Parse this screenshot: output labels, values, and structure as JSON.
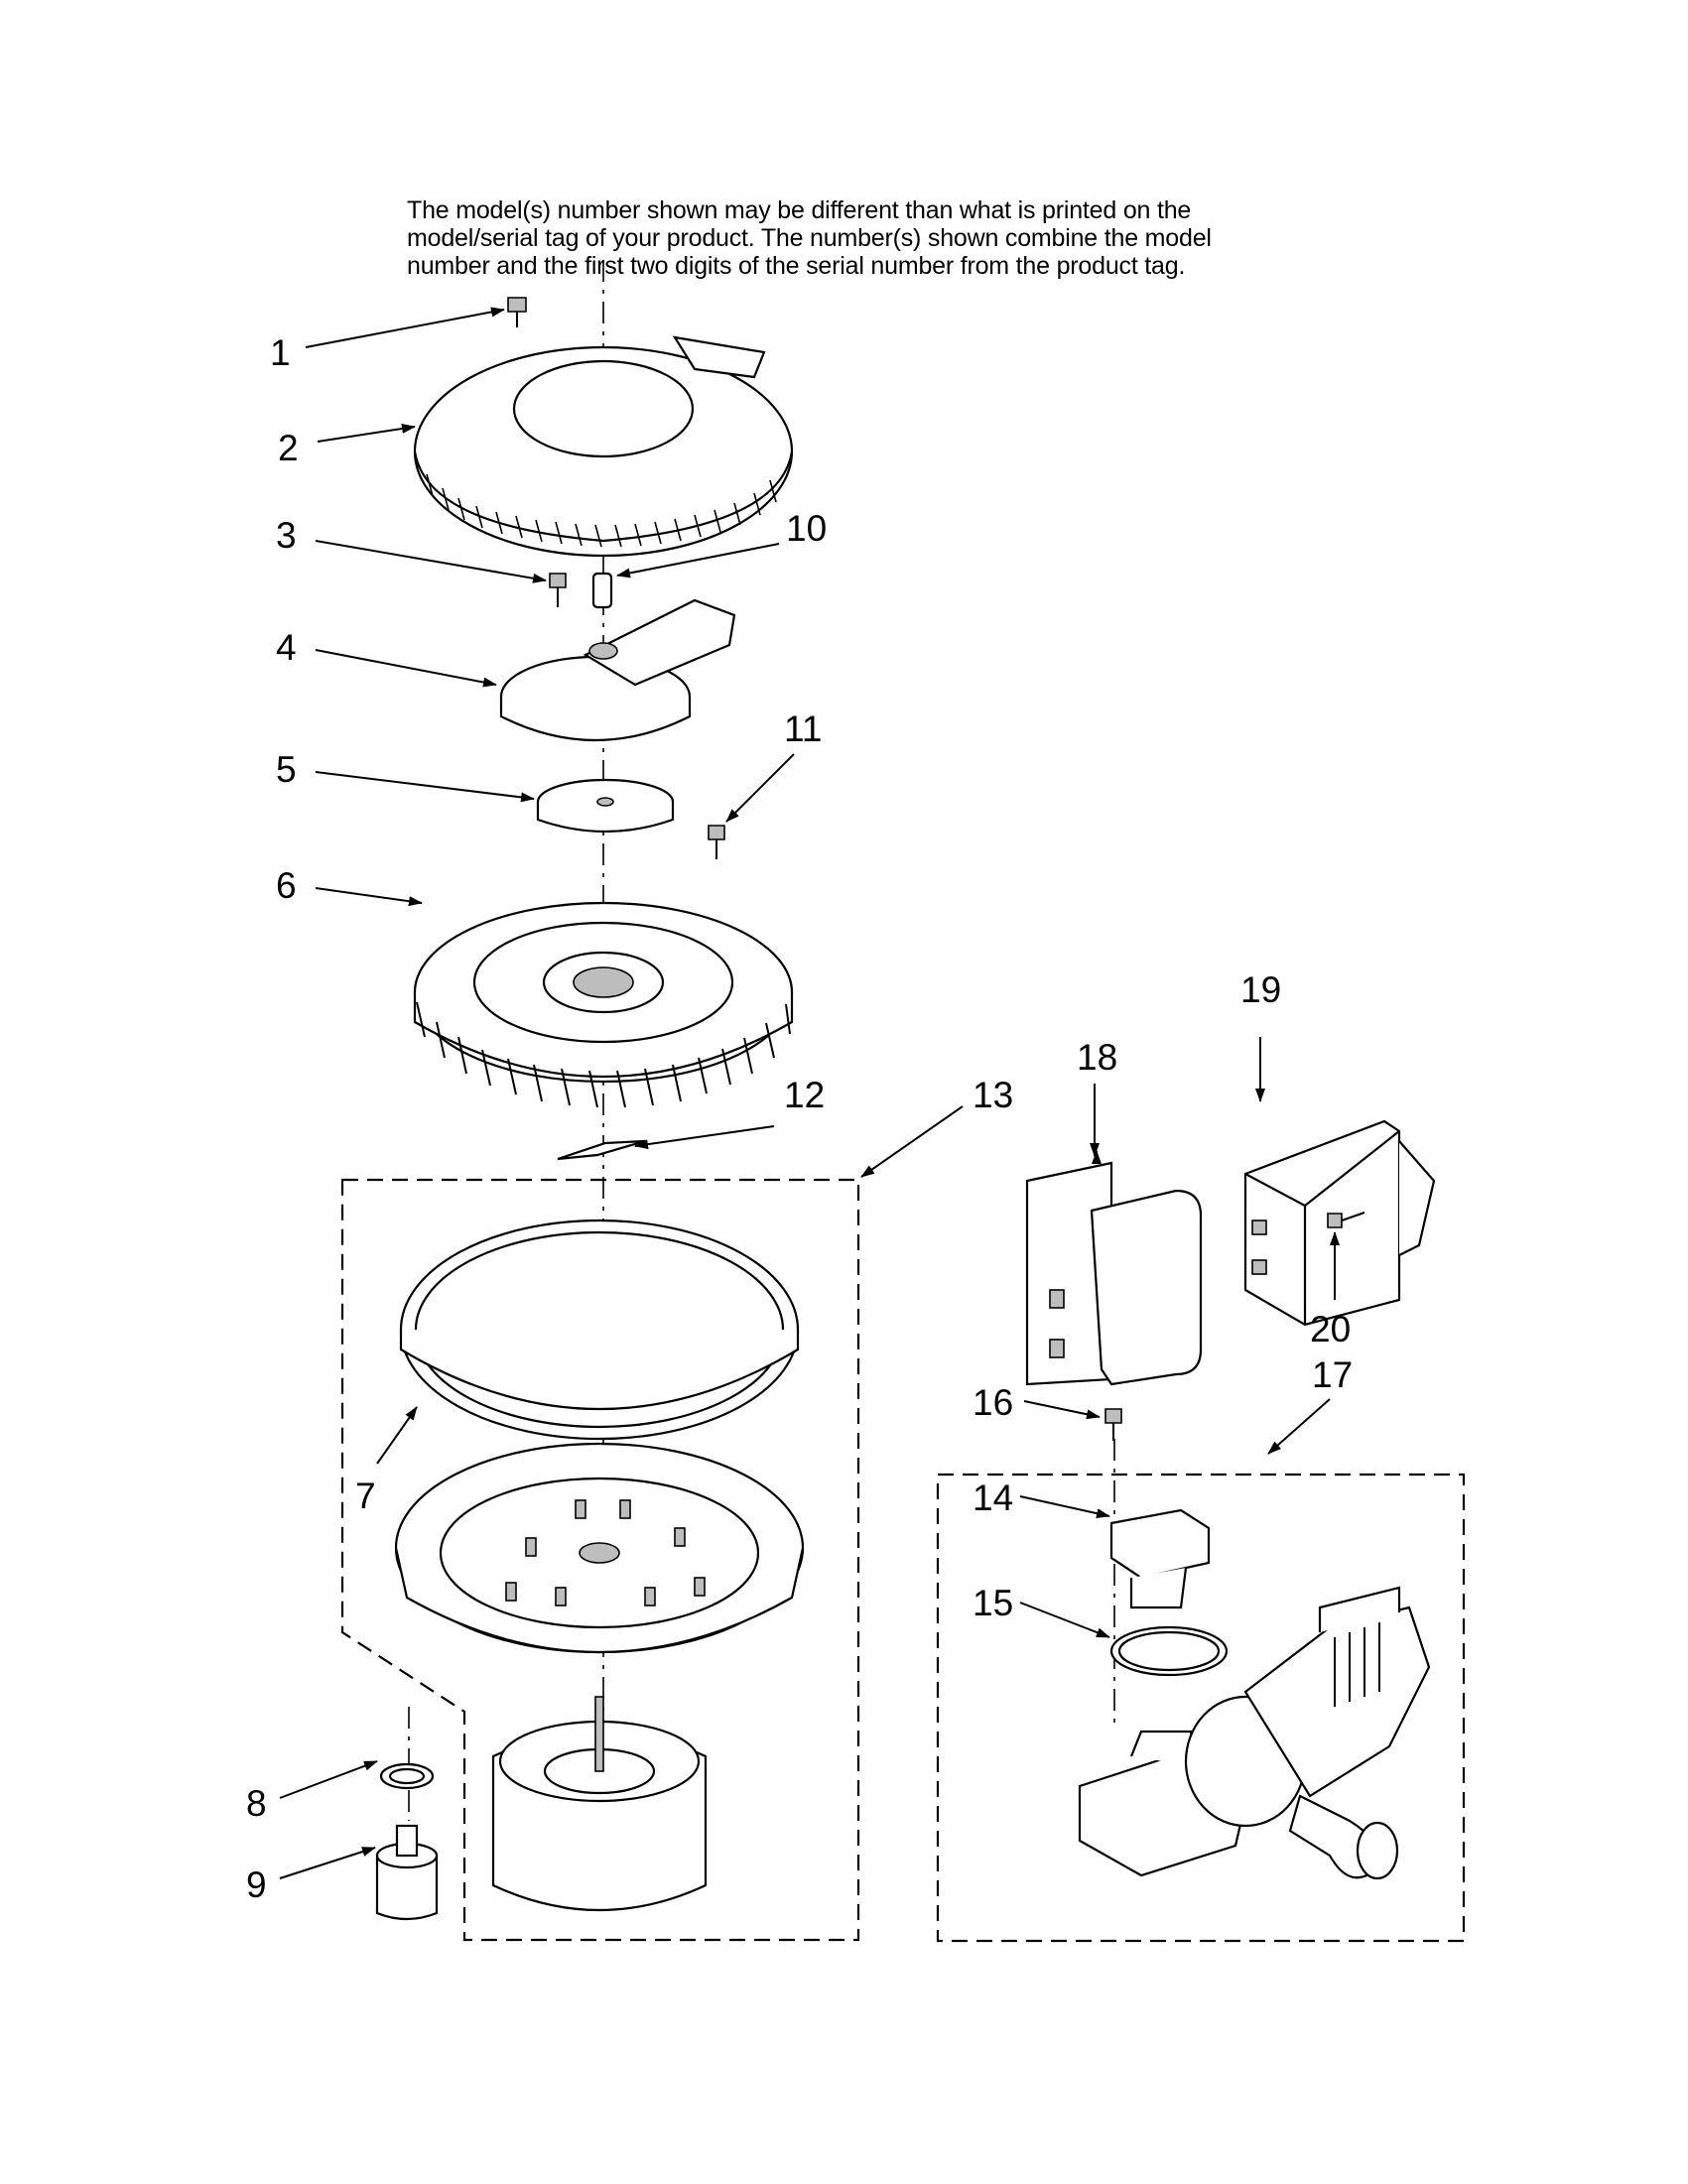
{
  "note": {
    "lines": [
      "The model(s) number shown may be different than what is printed on the",
      "model/serial tag of your product. The number(s) shown combine the model",
      "number and the first two digits of the serial number from the product tag."
    ]
  },
  "callouts": [
    "1",
    "2",
    "3",
    "4",
    "5",
    "6",
    "7",
    "8",
    "9",
    "10",
    "11",
    "12",
    "13",
    "14",
    "15",
    "16",
    "17",
    "18",
    "19",
    "20"
  ]
}
